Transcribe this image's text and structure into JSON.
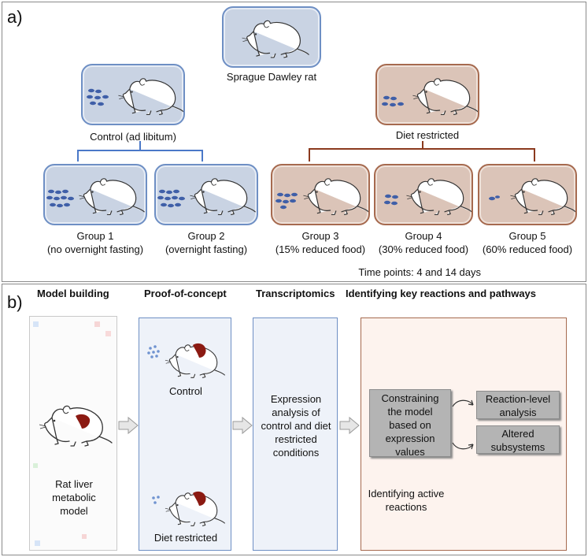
{
  "panel_a": {
    "label": "a)",
    "top": {
      "caption": "Sprague Dawley rat"
    },
    "control": {
      "caption": "Control (ad libitum)"
    },
    "restricted": {
      "caption": "Diet restricted"
    },
    "groups": [
      {
        "title": "Group 1",
        "detail": "(no overnight fasting)"
      },
      {
        "title": "Group 2",
        "detail": "(overnight fasting)"
      },
      {
        "title": "Group 3",
        "detail": "(15% reduced food)"
      },
      {
        "title": "Group 4",
        "detail": "(30% reduced food)"
      },
      {
        "title": "Group 5",
        "detail": "(60% reduced food)"
      }
    ],
    "timepoints": "Time points: 4 and 14 days"
  },
  "panel_b": {
    "label": "b)",
    "headers": {
      "model": "Model building",
      "poc": "Proof-of-concept",
      "tx": "Transcriptomics",
      "key": "Identifying key reactions and pathways"
    },
    "model_text": [
      "Rat liver",
      "metabolic",
      "model"
    ],
    "poc_control": "Control",
    "poc_restricted": "Diet restricted",
    "tx_text": [
      "Expression",
      "analysis of",
      "control and diet",
      "restricted",
      "conditions"
    ],
    "constrain": [
      "Constraining",
      "the model",
      "based on",
      "expression",
      "values"
    ],
    "reaction_level": [
      "Reaction-level",
      "analysis"
    ],
    "altered": [
      "Altered",
      "subsystems"
    ],
    "active": [
      "Identifying active",
      "reactions"
    ]
  },
  "colors": {
    "blue_box": "#c9d3e3",
    "brown_box": "#dbc4b8",
    "blue_bracket": "#4a78c8",
    "brown_bracket": "#8b3a1e",
    "pellet": "#3f5fa8",
    "liver": "#8b1a12"
  }
}
